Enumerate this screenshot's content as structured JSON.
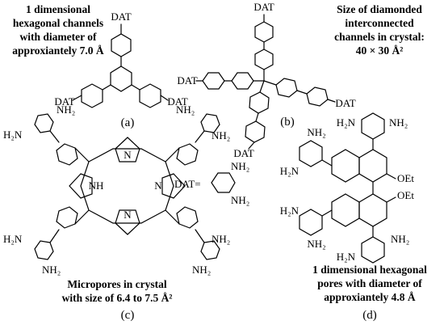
{
  "captions": {
    "a": [
      "1 dimensional",
      "hexagonal channels",
      "with diameter of",
      "approxiantely 7.0 Å"
    ],
    "b": [
      "Size of diamonded",
      "interconnected",
      "channels in crystal:",
      "40 × 30 Å²"
    ],
    "c": [
      "Micropores in crystal",
      "with size of 6.4 to 7.5 Å²"
    ],
    "d": [
      "1 dimensional hexagonal",
      "pores with diameter of",
      "approxiantely 4.8 Å"
    ]
  },
  "part_labels": {
    "a": "(a)",
    "b": "(b)",
    "c": "(c)",
    "d": "(d)"
  },
  "labels": {
    "dat": "DAT",
    "dat_def": "DAT=",
    "nh2": "NH₂",
    "h2n": "H₂N",
    "n": "N",
    "nh": "NH",
    "oet": "OEt"
  }
}
